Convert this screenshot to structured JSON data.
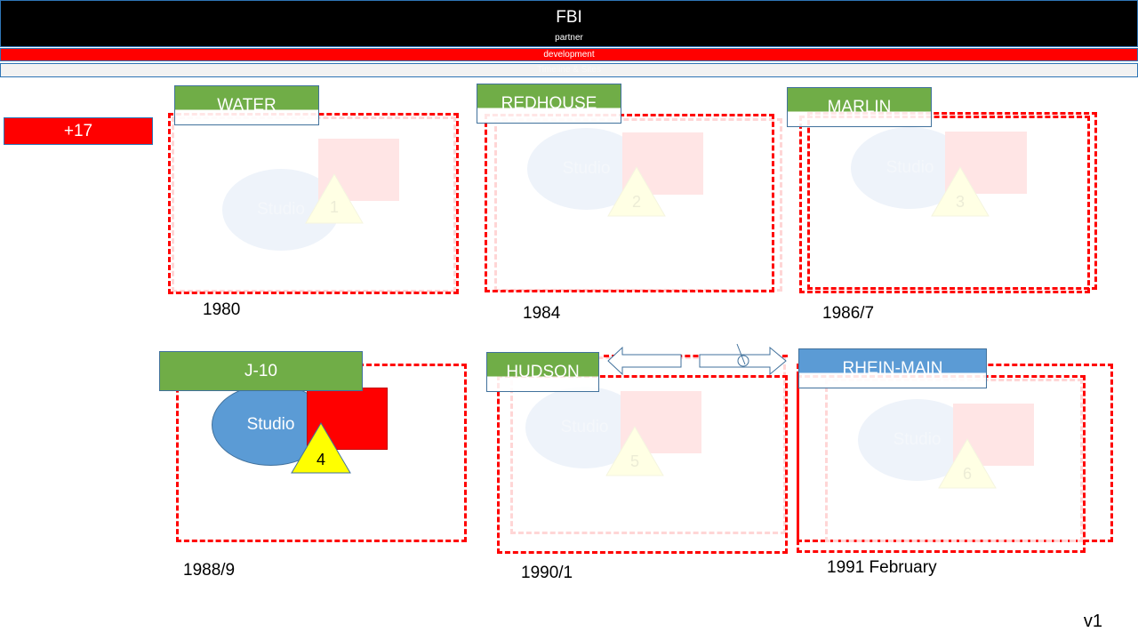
{
  "header": {
    "title": "FBI",
    "subtitle": "partner",
    "banner": "development",
    "subbanner": "Timeline & Sites"
  },
  "counter": "+17",
  "slides": [
    {
      "name": "WATER",
      "shape_label": "Studio",
      "number": "1",
      "date": "1980"
    },
    {
      "name": "REDHOUSE",
      "shape_label": "Studio",
      "number": "2",
      "date": "1984"
    },
    {
      "name": "MARLIN",
      "shape_label": "Studio",
      "number": "3",
      "date": "1986/7"
    },
    {
      "name": "J-10",
      "shape_label": "Studio",
      "number": "4",
      "date": "1988/9"
    },
    {
      "name": "HUDSON",
      "shape_label": "Studio",
      "number": "5",
      "date": "1990/1"
    },
    {
      "name": "RHEIN-MAIN",
      "shape_label": "Studio",
      "number": "6",
      "date": "1991 February"
    }
  ],
  "footer": {
    "version": "v1"
  },
  "colors": {
    "accent_red": "#ff0000",
    "tag_green": "#70ad47",
    "tag_blue": "#5b9bd5",
    "shape_blue": "#5b9bd5",
    "triangle_yellow": "#ffff00"
  },
  "icons": {
    "left_arrow": "left-arrow-icon",
    "right_arrow": "right-arrow-icon",
    "cursor": "cursor-icon"
  }
}
